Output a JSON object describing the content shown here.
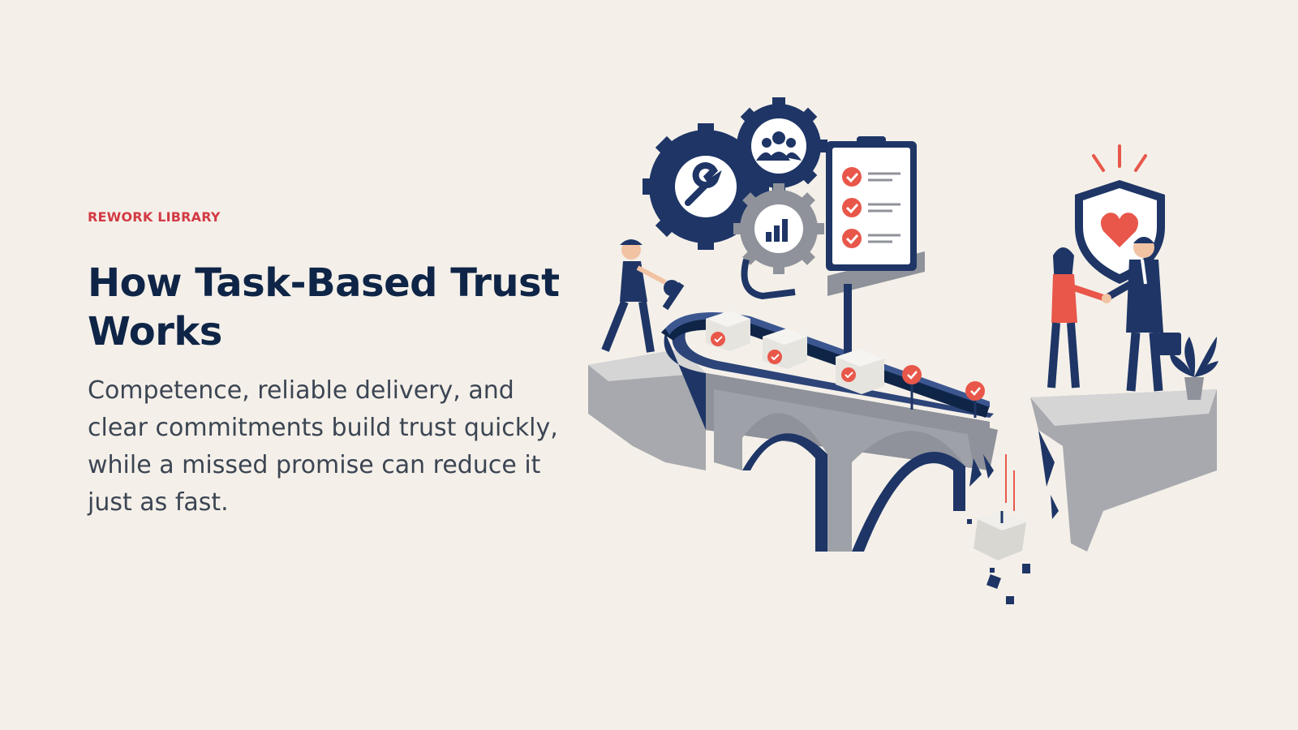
{
  "eyebrow": "REWORK LIBRARY",
  "title": "How Task-Based Trust Works",
  "subtitle": "Competence, reliable delivery, and clear commitments build trust quickly, while a missed promise can reduce it just as fast.",
  "colors": {
    "background": "#f4f0e9",
    "navy": "#1e3566",
    "accent_red": "#e8574a",
    "stone": "#9ea1a8",
    "title_text": "#0f2547",
    "eyebrow_text": "#d33a44"
  },
  "illustration": {
    "icons": [
      "gear-wrench-icon",
      "gear-people-icon",
      "gear-chart-icon",
      "clipboard-checklist-icon",
      "shield-heart-icon",
      "check-badge-icon",
      "package-box-icon",
      "potted-plant-icon"
    ]
  }
}
